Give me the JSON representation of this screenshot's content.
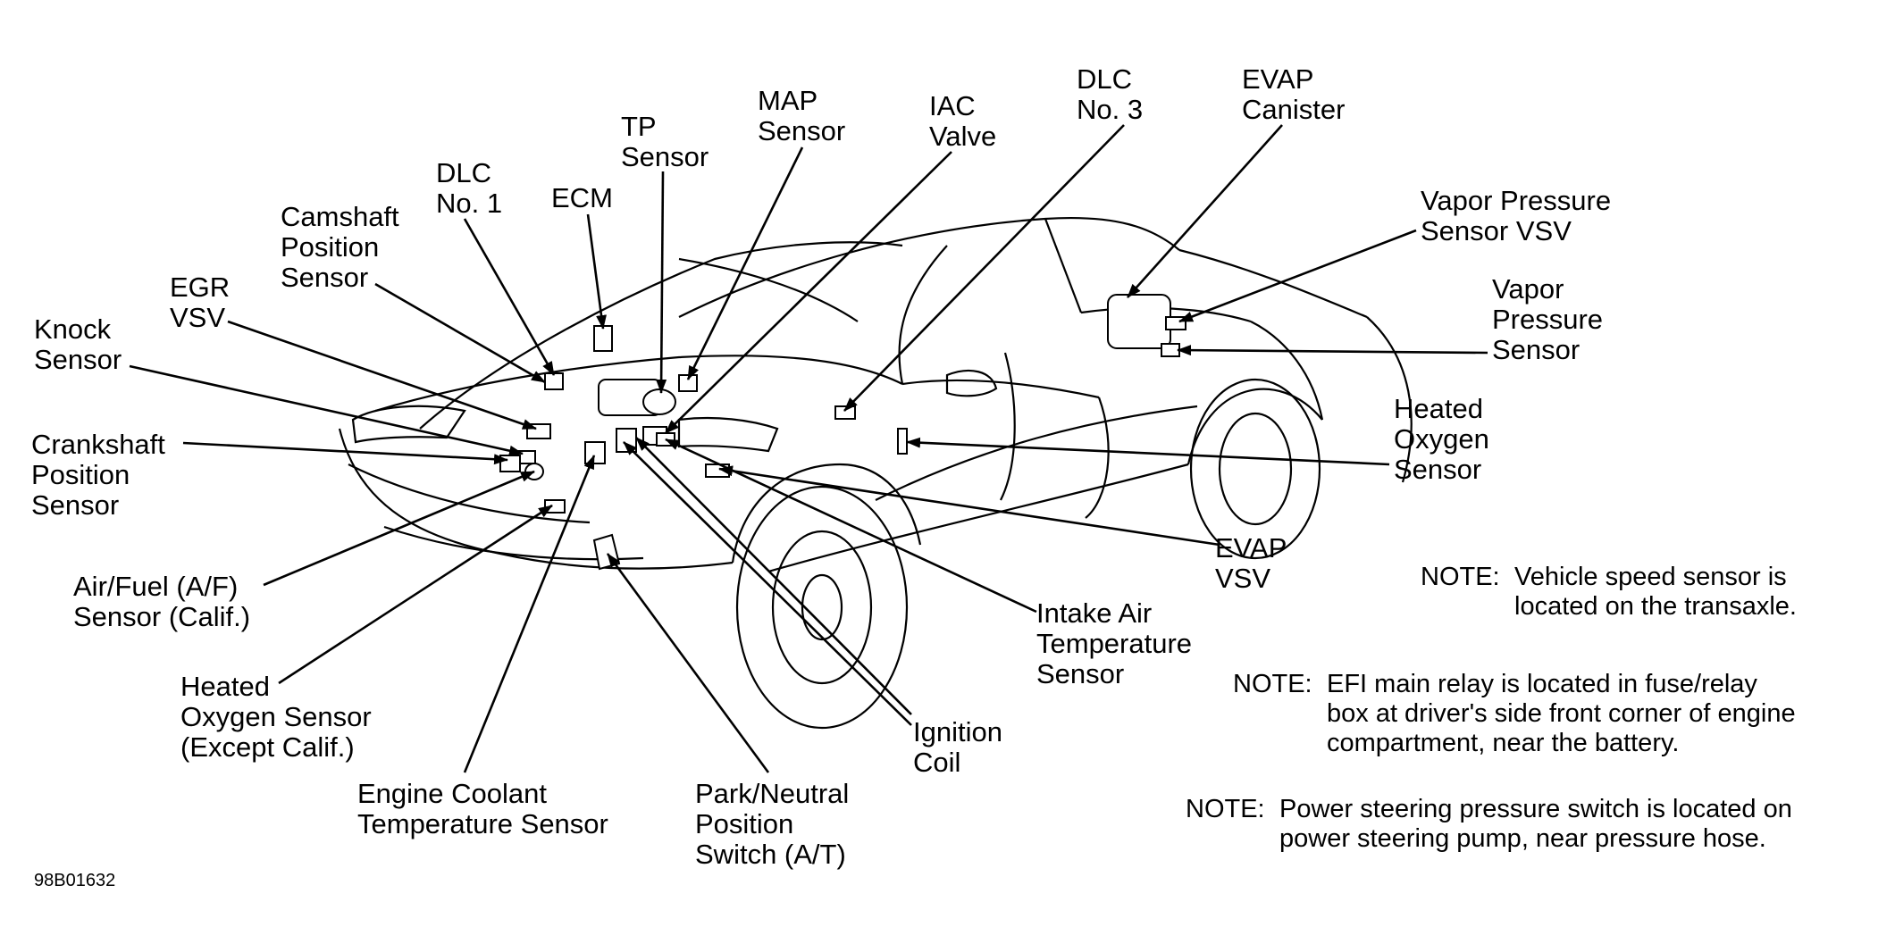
{
  "figure_code": "98B01632",
  "labels": [
    {
      "id": "dlc3",
      "text": "DLC\nNo. 3"
    },
    {
      "id": "evap_canister",
      "text": "EVAP\nCanister"
    },
    {
      "id": "iac_valve",
      "text": "IAC\nValve"
    },
    {
      "id": "map_sensor",
      "text": "MAP\nSensor"
    },
    {
      "id": "tp_sensor",
      "text": "TP\nSensor"
    },
    {
      "id": "ecm",
      "text": "ECM"
    },
    {
      "id": "dlc1",
      "text": "DLC\nNo. 1"
    },
    {
      "id": "camshaft",
      "text": "Camshaft\nPosition\nSensor"
    },
    {
      "id": "egr_vsv",
      "text": "EGR\nVSV"
    },
    {
      "id": "knock",
      "text": "Knock\nSensor"
    },
    {
      "id": "crankshaft",
      "text": "Crankshaft\nPosition\nSensor"
    },
    {
      "id": "af_sensor",
      "text": "Air/Fuel (A/F)\nSensor (Calif.)"
    },
    {
      "id": "ho2s_front",
      "text": "Heated\nOxygen Sensor\n(Except Calif.)"
    },
    {
      "id": "ect",
      "text": "Engine Coolant\nTemperature Sensor"
    },
    {
      "id": "pnp",
      "text": "Park/Neutral\nPosition\nSwitch (A/T)"
    },
    {
      "id": "ignition",
      "text": "Ignition\nCoil"
    },
    {
      "id": "iat",
      "text": "Intake Air\nTemperature\nSensor"
    },
    {
      "id": "evap_vsv",
      "text": "EVAP\nVSV"
    },
    {
      "id": "ho2s_rear",
      "text": "Heated\nOxygen\nSensor"
    },
    {
      "id": "vapor_pressure",
      "text": "Vapor\nPressure\nSensor"
    },
    {
      "id": "vapor_vsv",
      "text": "Vapor Pressure\nSensor VSV"
    }
  ],
  "notes": [
    {
      "key": "NOTE:",
      "text": "Vehicle speed sensor is\nlocated on the transaxle."
    },
    {
      "key": "NOTE:",
      "text": "EFI main relay is located in fuse/relay\nbox at driver's side front corner of engine\ncompartment, near the battery."
    },
    {
      "key": "NOTE:",
      "text": "Power steering pressure switch is located on\npower steering pump, near pressure hose."
    }
  ]
}
